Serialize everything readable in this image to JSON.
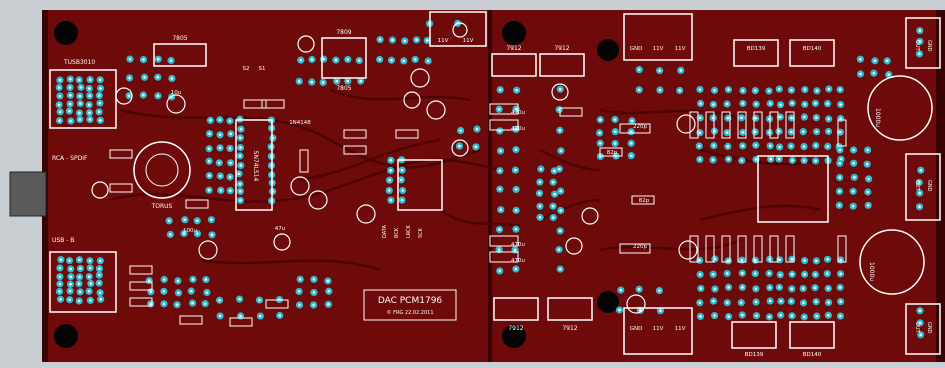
{
  "colors": {
    "background": "#c9ced2",
    "board": "#6e0a0a",
    "board_dark": "#4a0505",
    "trace": "#4f0202",
    "silkscreen": "#ffffff",
    "pad": "#2fb9cc",
    "pad_hole": "#ffffff",
    "hole": "#050505",
    "connector": "#9a9a9a"
  },
  "labels": {
    "title": "DAC PCM1796",
    "subtitle": "© FRG 22.02.2011",
    "usb_chip": "TUSB3010",
    "rca_spdif": "RCA - SPDIF",
    "usb_b": "USB - B",
    "top_center_reg": "7809",
    "top_center_reg2": "7805",
    "top_left_reg": "7805",
    "top_right_reg_a": "7912",
    "top_right_reg_b": "7912",
    "bottom_reg_a": "7912",
    "bottom_reg_b": "7912",
    "transformer": "TORUS",
    "cap_470_1": "470u",
    "cap_470_2": "470u",
    "cap_470_3": "470u",
    "cap_470_4": "470u",
    "cap_100": "100u",
    "cap_10": "10u",
    "cap_47": "47u",
    "res_220p_1": "220p",
    "res_220p_2": "220p",
    "res_82p_1": "82p",
    "res_82p_2": "82p",
    "bd_1": "BD139",
    "bd_2": "BD140",
    "bd_3": "BD139",
    "bd_4": "BD140",
    "gnd_top": "GND",
    "v11_top_a": "11V",
    "v11_top_b": "11V",
    "gnd_bot": "GND",
    "v11_bot_a": "11V",
    "v11_bot_b": "11V",
    "v11_tc_a": "11V",
    "v11_tc_b": "11V",
    "right_conn_top_a": "OUT",
    "right_conn_top_b": "GND",
    "right_conn_mid_a": "OUT",
    "right_conn_mid_b": "GND",
    "right_conn_bot_a": "OUT",
    "right_conn_bot_b": "GND",
    "ic_label": "SN74LS14",
    "led_1": "DATA",
    "led_2": "BCK",
    "led_3": "LRCK",
    "led_4": "SCK",
    "cap_big_1": "1000u",
    "cap_big_2": "1000u",
    "diode": "1N4148",
    "jumper_s2": "S2",
    "jumper_s1": "S1"
  }
}
